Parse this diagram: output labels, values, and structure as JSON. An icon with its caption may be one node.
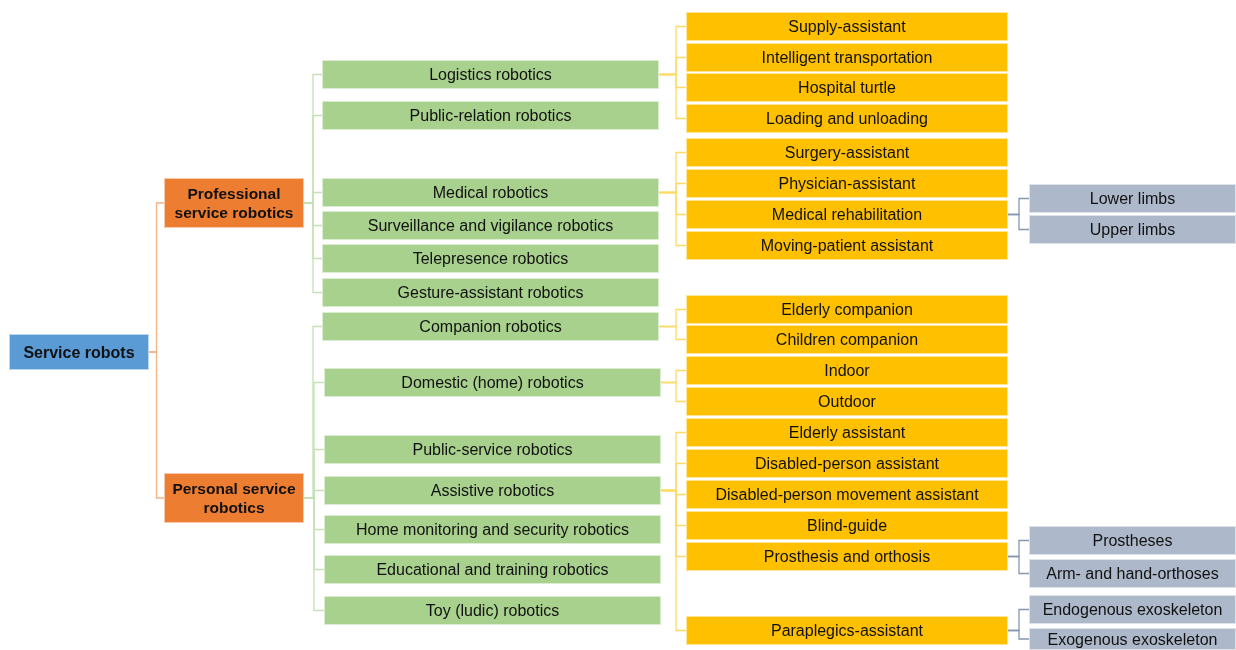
{
  "diagram": {
    "nodes": [
      {
        "text": [
          "Service robots"
        ]
      },
      {
        "text": [
          "Professional service robotics"
        ]
      },
      {
        "text": [
          "Logistics robotics"
        ]
      },
      {
        "text": [
          "Public-relation robotics"
        ]
      },
      {
        "text": [
          "Medical robotics"
        ]
      },
      {
        "text": [
          "Surveillance and vigilance robotics"
        ]
      },
      {
        "text": [
          "Telepresence robotics"
        ]
      },
      {
        "text": [
          "Gesture-assistant robotics"
        ]
      },
      {
        "text": [
          "Personal service robotics"
        ]
      },
      {
        "text": [
          "Companion robotics"
        ]
      },
      {
        "text": [
          "Domestic (home) robotics"
        ]
      },
      {
        "text": [
          "Public-service robotics"
        ]
      },
      {
        "text": [
          "Assistive robotics"
        ]
      },
      {
        "text": [
          "Home monitoring and security robotics"
        ]
      },
      {
        "text": [
          "Educational and training robotics"
        ]
      },
      {
        "text": [
          "Toy (ludic) robotics"
        ]
      },
      {
        "text": [
          "Supply-assistant"
        ]
      },
      {
        "text": [
          "Intelligent transportation"
        ]
      },
      {
        "text": [
          "Hospital turtle"
        ]
      },
      {
        "text": [
          "Loading and unloading"
        ]
      },
      {
        "text": [
          "Surgery-assistant"
        ]
      },
      {
        "text": [
          "Physician-assistant"
        ]
      },
      {
        "text": [
          "Medical rehabilitation"
        ]
      },
      {
        "text": [
          "Moving-patient assistant"
        ]
      },
      {
        "text": [
          "Elderly companion"
        ]
      },
      {
        "text": [
          "Children companion"
        ]
      },
      {
        "text": [
          "Indoor"
        ]
      },
      {
        "text": [
          "Outdoor"
        ]
      },
      {
        "text": [
          "Elderly assistant"
        ]
      },
      {
        "text": [
          "Disabled-person assistant"
        ]
      },
      {
        "text": [
          "Disabled-person movement assistant"
        ]
      },
      {
        "text": [
          "Blind-guide"
        ]
      },
      {
        "text": [
          "Prosthesis and orthosis"
        ]
      },
      {
        "text": [
          "Paraplegics-assistant"
        ]
      },
      {
        "text": [
          "Lower limbs"
        ]
      },
      {
        "text": [
          "Upper limbs"
        ]
      },
      {
        "text": [
          "Prostheses"
        ]
      },
      {
        "text": [
          "Arm- and hand-orthoses"
        ]
      },
      {
        "text": [
          "Endogenous exoskeleton"
        ]
      },
      {
        "text": [
          "Exogenous exoskeleton"
        ]
      }
    ],
    "edges": [
      {
        "from": 0,
        "to": 1,
        "arrow": "none",
        "color": "#f4b183"
      },
      {
        "from": 0,
        "to": 8,
        "arrow": "none",
        "color": "#f4b183"
      },
      {
        "from": 1,
        "to": 2,
        "arrow": "none",
        "color": "#c5e0b4"
      },
      {
        "from": 1,
        "to": 3,
        "arrow": "none",
        "color": "#c5e0b4"
      },
      {
        "from": 1,
        "to": 4,
        "arrow": "none",
        "color": "#c5e0b4"
      },
      {
        "from": 1,
        "to": 5,
        "arrow": "none",
        "color": "#c5e0b4"
      },
      {
        "from": 1,
        "to": 6,
        "arrow": "none",
        "color": "#c5e0b4"
      },
      {
        "from": 1,
        "to": 7,
        "arrow": "none",
        "color": "#c5e0b4"
      },
      {
        "from": 8,
        "to": 9,
        "arrow": "none",
        "color": "#c5e0b4"
      },
      {
        "from": 8,
        "to": 10,
        "arrow": "none",
        "color": "#c5e0b4"
      },
      {
        "from": 8,
        "to": 11,
        "arrow": "none",
        "color": "#c5e0b4"
      },
      {
        "from": 8,
        "to": 12,
        "arrow": "none",
        "color": "#c5e0b4"
      },
      {
        "from": 8,
        "to": 13,
        "arrow": "none",
        "color": "#c5e0b4"
      },
      {
        "from": 8,
        "to": 14,
        "arrow": "none",
        "color": "#c5e0b4"
      },
      {
        "from": 8,
        "to": 15,
        "arrow": "none",
        "color": "#c5e0b4"
      },
      {
        "from": 2,
        "to": 16,
        "arrow": "none"
      },
      {
        "from": 2,
        "to": 17,
        "arrow": "none"
      },
      {
        "from": 2,
        "to": 18,
        "arrow": "none"
      },
      {
        "from": 2,
        "to": 19,
        "arrow": "none"
      },
      {
        "from": 4,
        "to": 20,
        "arrow": "none"
      },
      {
        "from": 4,
        "to": 21,
        "arrow": "none"
      },
      {
        "from": 4,
        "to": 22,
        "arrow": "none"
      },
      {
        "from": 4,
        "to": 23,
        "arrow": "none"
      },
      {
        "from": 9,
        "to": 24,
        "arrow": "none"
      },
      {
        "from": 9,
        "to": 25,
        "arrow": "none"
      },
      {
        "from": 10,
        "to": 26,
        "arrow": "none"
      },
      {
        "from": 10,
        "to": 27,
        "arrow": "none"
      },
      {
        "from": 12,
        "to": 28,
        "arrow": "none"
      },
      {
        "from": 12,
        "to": 29,
        "arrow": "none"
      },
      {
        "from": 12,
        "to": 30,
        "arrow": "none"
      },
      {
        "from": 12,
        "to": 31,
        "arrow": "none"
      },
      {
        "from": 12,
        "to": 32,
        "arrow": "none"
      },
      {
        "from": 12,
        "to": 33,
        "arrow": "none"
      },
      {
        "from": 22,
        "to": 34,
        "arrow": "none",
        "color": "#8497b0"
      },
      {
        "from": 22,
        "to": 35,
        "arrow": "none",
        "color": "#8497b0"
      },
      {
        "from": 32,
        "to": 36,
        "arrow": "none",
        "color": "#8497b0"
      },
      {
        "from": 32,
        "to": 37,
        "arrow": "none",
        "color": "#8497b0"
      },
      {
        "from": 33,
        "to": 38,
        "arrow": "none",
        "color": "#8497b0"
      },
      {
        "from": 33,
        "to": 39,
        "arrow": "none",
        "color": "#8497b0"
      }
    ]
  }
}
